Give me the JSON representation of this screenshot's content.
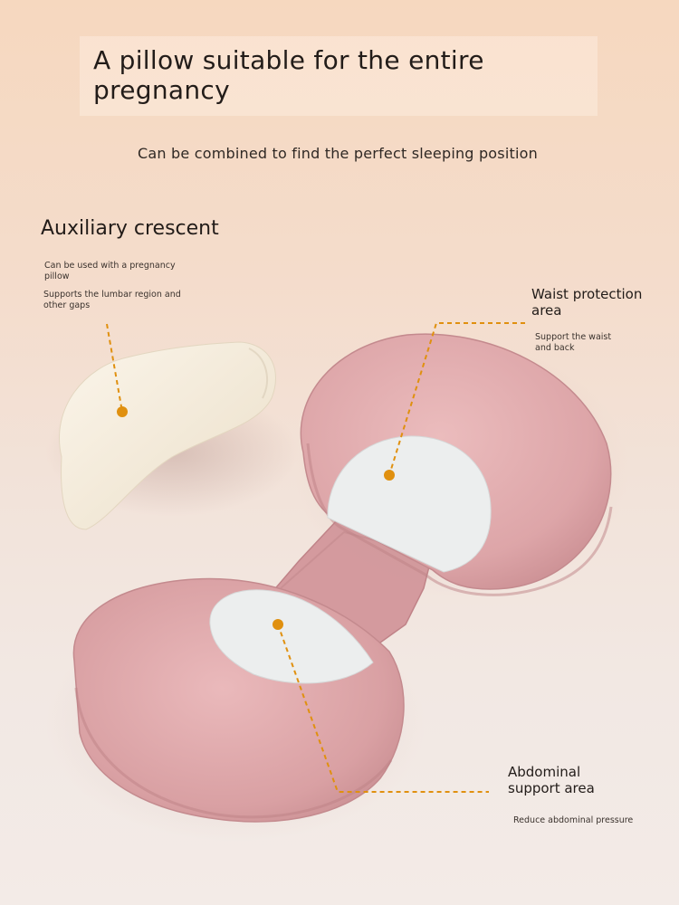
{
  "header": {
    "title": "A pillow suitable for the entire pregnancy",
    "subtitle": "Can be combined to find the perfect sleeping position"
  },
  "crescent": {
    "title": "Auxiliary crescent",
    "note_1": "Can be used with a pregnancy pillow",
    "note_2": "Supports the lumbar region and other gaps"
  },
  "waist": {
    "label": "Waist protection area",
    "note": "Support the waist and back"
  },
  "abdominal": {
    "label": "Abdominal support area",
    "note": "Reduce abdominal pressure"
  },
  "colors": {
    "accent_orange": "#e0900f",
    "pillow_pink": "#d9a1a4",
    "crescent_cream": "#f4ead8",
    "panel_white": "#eceeee"
  }
}
